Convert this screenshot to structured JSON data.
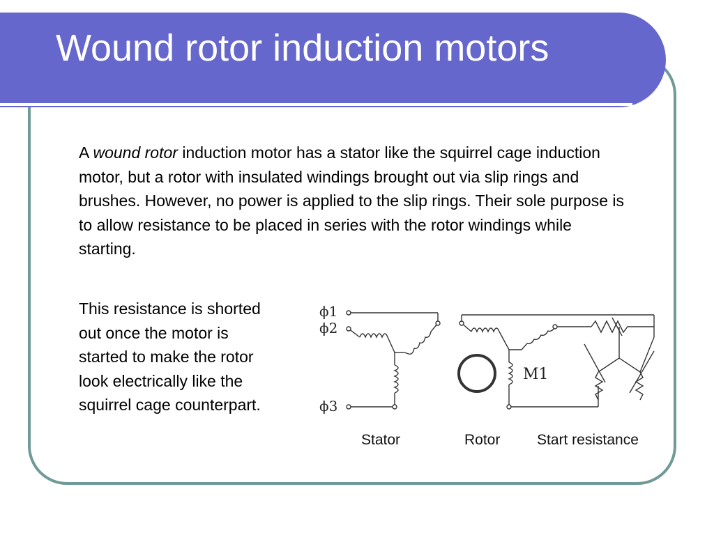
{
  "slide": {
    "title": "Wound rotor induction motors",
    "paragraph1": {
      "lead": "A ",
      "emphasis": "wound rotor",
      "rest": " induction motor has a stator like the squirrel cage induction motor, but a rotor with insulated windings brought out via slip rings and brushes. However, no power is applied to the slip rings. Their sole purpose is to allow resistance to be placed in series with the rotor windings while starting."
    },
    "paragraph2": "This resistance is shorted out once the motor is started to make the rotor look electrically like the squirrel cage counterpart."
  },
  "diagram": {
    "phase1": "ϕ1",
    "phase2": "ϕ2",
    "phase3": "ϕ3",
    "motor_label": "M1",
    "stator_label": "Stator",
    "rotor_label": "Rotor",
    "resistance_label": "Start resistance"
  },
  "colors": {
    "title_bar": "#6667cc",
    "frame_border": "#6f9a98"
  }
}
